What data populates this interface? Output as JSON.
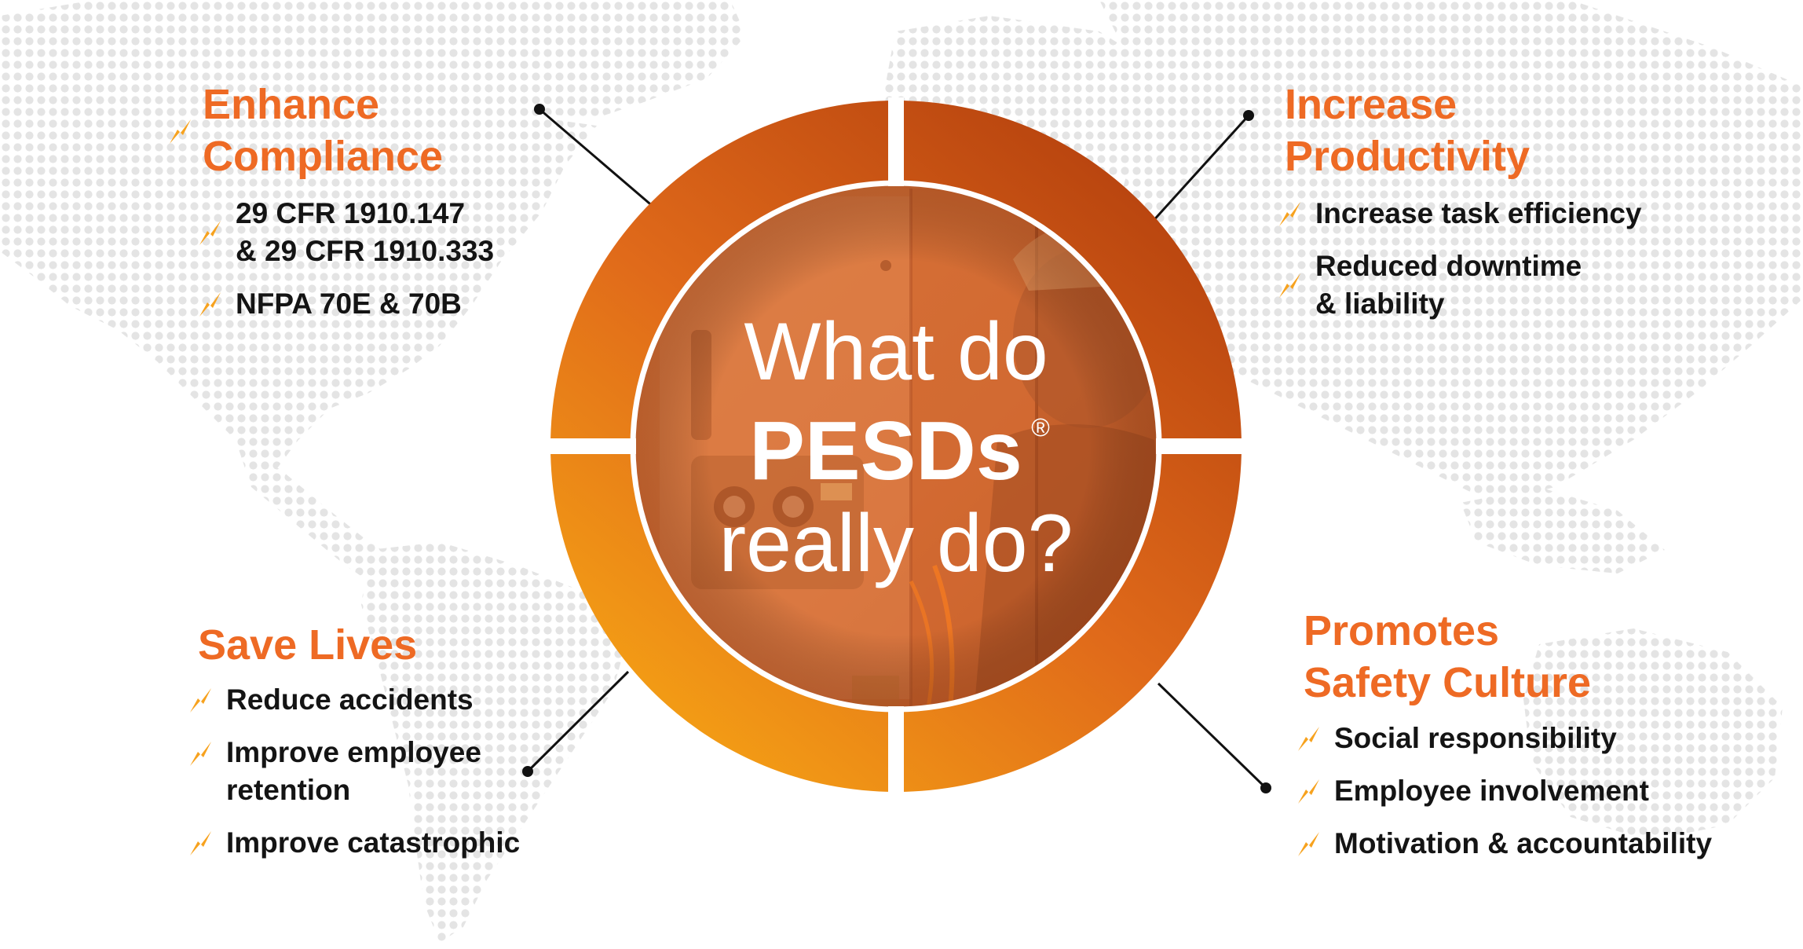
{
  "center": {
    "line1": "What do",
    "line2": "PESDs",
    "registered_mark": "®",
    "line3": "really do?"
  },
  "quadrants": {
    "compliance": {
      "title_lines": [
        "Enhance",
        "Compliance"
      ],
      "items": [
        {
          "lines": [
            "29 CFR 1910.147",
            "& 29 CFR 1910.333"
          ]
        },
        {
          "lines": [
            "NFPA 70E & 70B"
          ]
        }
      ]
    },
    "productivity": {
      "title_lines": [
        "Increase",
        "Productivity"
      ],
      "items": [
        {
          "lines": [
            "Increase task efficiency"
          ]
        },
        {
          "lines": [
            "Reduced downtime",
            "& liability"
          ]
        }
      ]
    },
    "lives": {
      "title_lines": [
        "Save Lives"
      ],
      "items": [
        {
          "lines": [
            "Reduce accidents"
          ]
        },
        {
          "lines": [
            "Improve employee",
            "retention"
          ]
        },
        {
          "lines": [
            "Improve catastrophic"
          ]
        }
      ]
    },
    "culture": {
      "title_lines": [
        "Promotes",
        "Safety Culture"
      ],
      "items": [
        {
          "lines": [
            "Social responsibility"
          ]
        },
        {
          "lines": [
            "Employee involvement"
          ]
        },
        {
          "lines": [
            "Motivation & accountability"
          ]
        }
      ]
    }
  },
  "colors": {
    "accent": "#ee6a24",
    "ring_dark": "#b8440f",
    "ring_light": "#f6a414",
    "text": "#141414",
    "map_dots": "#e4e4e4"
  },
  "icons": {
    "bullet": "lightning-bolt-icon",
    "registered": "registered-trademark-icon"
  }
}
